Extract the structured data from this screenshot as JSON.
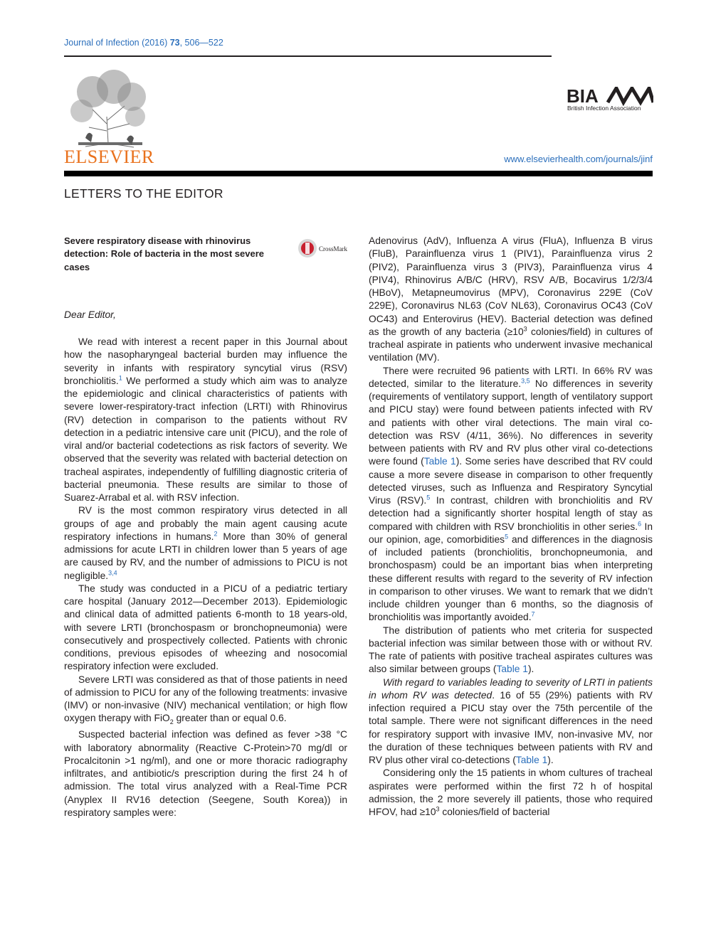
{
  "header": {
    "journal_name": "Journal of Infection (2016) ",
    "volume": "73",
    "pages": ", 506—522",
    "publisher": "ELSEVIER",
    "society_logo_text": "BIA",
    "society_name": "British Infection Association",
    "website": "www.elsevierhealth.com/journals/jinf",
    "colors": {
      "link": "#2a6ebb",
      "elsevier_orange": "#e9711c"
    }
  },
  "section": "LETTERS TO THE EDITOR",
  "article": {
    "title": "Severe respiratory disease with rhinovirus detection: Role of bacteria in the most severe cases",
    "crossmark_label": "CrossMark",
    "salutation": "Dear Editor,"
  },
  "left_column": [
    [
      "We read with interest a recent paper in this Journal about how the nasopharyngeal bacterial burden may influence the severity in infants with respiratory syncytial virus (RSV) bronchiolitis.",
      "1",
      " We performed a study which aim was to analyze the epidemiologic and clinical characteristics of patients with severe lower-respiratory-tract infection (LRTI) with Rhinovirus (RV) detection in comparison to the patients without RV detection in a pediatric intensive care unit (PICU), and the role of viral and/or bacterial codetections as risk factors of severity. We observed that the severity was related with bacterial detection on tracheal aspirates, independently of fulfilling diagnostic criteria of bacterial pneumonia. These results are similar to those of Suarez-Arrabal et al. with RSV infection."
    ],
    [
      "RV is the most common respiratory virus detected in all groups of age and probably the main agent causing acute respiratory infections in humans.",
      "2",
      " More than 30% of general admissions for acute LRTI in children lower than 5 years of age are caused by RV, and the number of admissions to PICU is not negligible.",
      "3,4",
      ""
    ],
    [
      "The study was conducted in a PICU of a pediatric tertiary care hospital (January 2012—December 2013). Epidemiologic and clinical data of admitted patients 6-month to 18 years-old, with severe LRTI (bronchospasm or bronchopneumonia) were consecutively and prospectively collected. Patients with chronic conditions, previous episodes of wheezing and nosocomial respiratory infection were excluded."
    ],
    [
      "Severe LRTI was considered as that of those patients in need of admission to PICU for any of the following treatments: invasive (IMV) or non-invasive (NIV) mechanical ventilation; or high flow oxygen therapy with FiO",
      "2",
      " greater than or equal 0.6."
    ],
    [
      "Suspected bacterial infection was defined as fever >38 °C with laboratory abnormality (Reactive C-Protein>70 mg/dl or Procalcitonin >1 ng/ml), and one or more thoracic radiography infiltrates, and antibiotic/s prescription during the first 24 h of admission. The total virus analyzed with a Real-Time PCR (Anyplex II RV16 detection (Seegene, South Korea)) in respiratory samples were:"
    ]
  ],
  "right_column": [
    [
      "Adenovirus (AdV), Influenza A virus (FluA), Influenza B virus (FluB), Parainfluenza virus 1 (PIV1), Parainfluenza virus 2 (PIV2), Parainfluenza virus 3 (PIV3), Parainfluenza virus 4 (PIV4), Rhinovirus A/B/C (HRV), RSV A/B, Bocavirus 1/2/3/4 (HBoV), Metapneumovirus (MPV), Coronavirus 229E (CoV 229E), Coronavirus NL63 (CoV NL63), Coronavirus OC43 (CoV OC43) and Enterovirus (HEV). Bacterial detection was defined as the growth of any bacteria (≥10",
      "3",
      " colonies/field) in cultures of tracheal aspirate in patients who underwent invasive mechanical ventilation (MV)."
    ],
    [
      "There were recruited 96 patients with LRTI. In 66% RV was detected, similar to the literature.",
      "3,5",
      " No differences in severity (requirements of ventilatory support, length of ventilatory support and PICU stay) were found between patients infected with RV and patients with other viral detections. The main viral co-detection was RSV (4/11, 36%). No differences in severity between patients with RV and RV plus other viral co-detections were found (",
      "Table 1",
      "). Some series have described that RV could cause a more severe disease in comparison to other frequently detected viruses, such as Influenza and Respiratory Syncytial Virus (RSV).",
      "5",
      " In contrast, children with bronchiolitis and RV detection had a significantly shorter hospital length of stay as compared with children with RSV bronchiolitis in other series.",
      "6",
      " In our opinion, age, comorbidities",
      "5",
      " and differences in the diagnosis of included patients (bronchiolitis, bronchopneumonia, and bronchospasm) could be an important bias when interpreting these different results with regard to the severity of RV infection in comparison to other viruses. We want to remark that we didn’t include children younger than 6 months, so the diagnosis of bronchiolitis was importantly avoided.",
      "7",
      ""
    ],
    [
      "The distribution of patients who met criteria for suspected bacterial infection was similar between those with or without RV. The rate of patients with positive tracheal aspirates cultures was also similar between groups (",
      "Table 1",
      ")."
    ],
    [
      "With regard to variables leading to severity of LRTI in patients in whom RV was detected",
      ". 16 of 55 (29%) patients with RV infection required a PICU stay over the 75th percentile of the total sample. There were not significant differences in the need for respiratory support with invasive IMV, non-invasive MV, nor the duration of these techniques between patients with RV and RV plus other viral co-detections (",
      "Table 1",
      ")."
    ],
    [
      "Considering only the 15 patients in whom cultures of tracheal aspirates were performed within the first 72 h of hospital admission, the 2 more severely ill patients, those who required HFOV, had ≥10",
      "3",
      " colonies/field of bacterial"
    ]
  ]
}
